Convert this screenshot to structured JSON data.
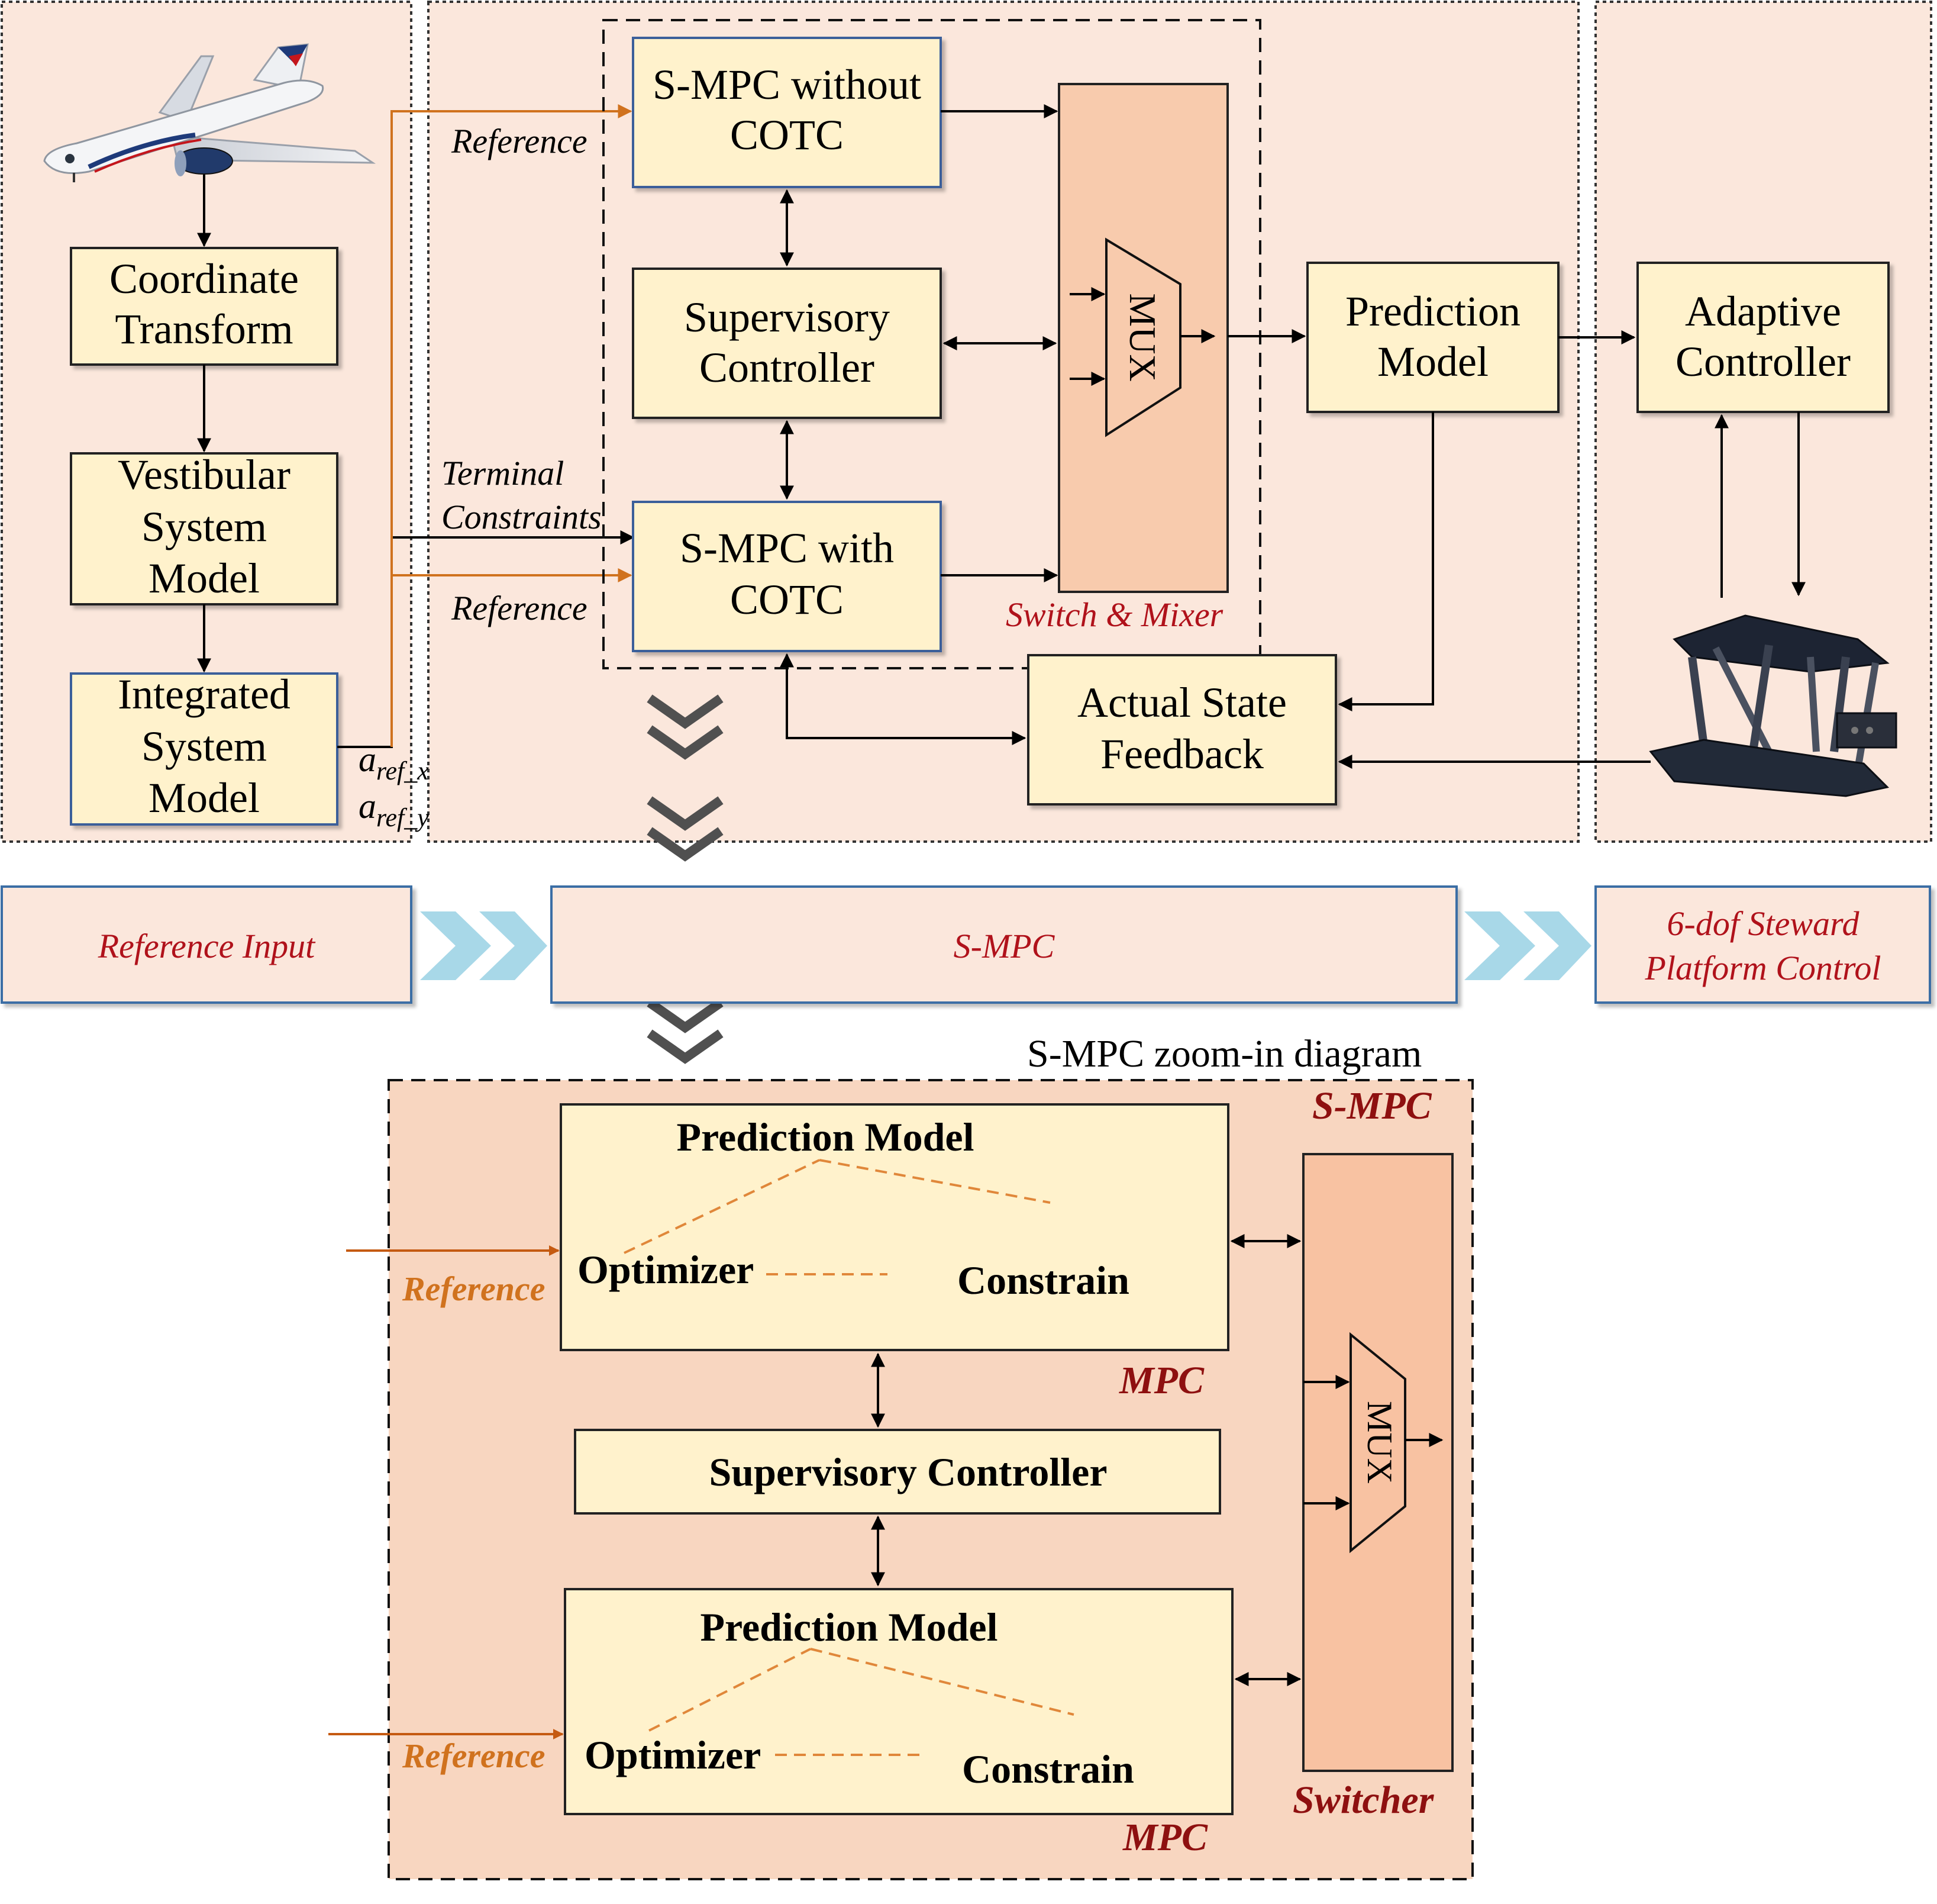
{
  "reference_input_panel": {
    "boxes": {
      "coordinate_transform": [
        "Coordinate",
        "Transform"
      ],
      "vestibular_system_model": [
        "Vestibular",
        "System",
        "Model"
      ],
      "integrated_system_model": [
        "Integrated",
        "System",
        "Model"
      ]
    },
    "outputs": {
      "a_ref_x": {
        "base": "a",
        "sub": "ref_x"
      },
      "a_ref_y": {
        "base": "a",
        "sub": "ref_y"
      }
    }
  },
  "smpc_panel": {
    "boxes": {
      "smpc_without_cotc": [
        "S-MPC without",
        "COTC"
      ],
      "supervisory_controller": [
        "Supervisory",
        "Controller"
      ],
      "smpc_with_cotc": [
        "S-MPC with",
        "COTC"
      ],
      "prediction_model": [
        "Prediction",
        "Model"
      ],
      "actual_state_feedback": [
        "Actual State",
        "Feedback"
      ]
    },
    "mux_label": "MUX",
    "switch_mixer_label": "Switch & Mixer",
    "labels": {
      "reference_top": "Reference",
      "terminal_constraints": [
        "Terminal",
        "Constraints"
      ],
      "reference_bottom": "Reference"
    }
  },
  "platform_panel": {
    "boxes": {
      "adaptive_controller": [
        "Adaptive",
        "Controller"
      ]
    }
  },
  "band": {
    "reference_input": "Reference Input",
    "smpc": "S-MPC",
    "platform_control": [
      "6-dof Steward",
      "Platform Control"
    ]
  },
  "zoom": {
    "title": "S-MPC zoom-in diagram",
    "corner_label": "S-MPC",
    "mpc_top": {
      "prediction_model": "Prediction Model",
      "optimizer": "Optimizer",
      "constrain": "Constrain",
      "tag": "MPC"
    },
    "supervisory_controller": "Supervisory Controller",
    "mpc_bottom": {
      "prediction_model": "Prediction Model",
      "optimizer": "Optimizer",
      "constrain": "Constrain",
      "tag": "MPC"
    },
    "reference_top": "Reference",
    "reference_bottom": "Reference",
    "mux_label": "MUX",
    "switcher_label": "Switcher"
  },
  "colors": {
    "panel_bg": "#fbe7dc",
    "box_fill": "#fff2cc",
    "mux_column": "#f8cbad",
    "band_blue_border": "#3b6ea5",
    "chevron_blue": "#a8d8e8",
    "chevron_gray": "#505050",
    "orange": "#d0721e",
    "dark_red": "#8e1010",
    "zoom_bg": "#f8d6c0"
  },
  "icons": {
    "aircraft": "aircraft-illustration",
    "platform": "stewart-platform-illustration"
  }
}
